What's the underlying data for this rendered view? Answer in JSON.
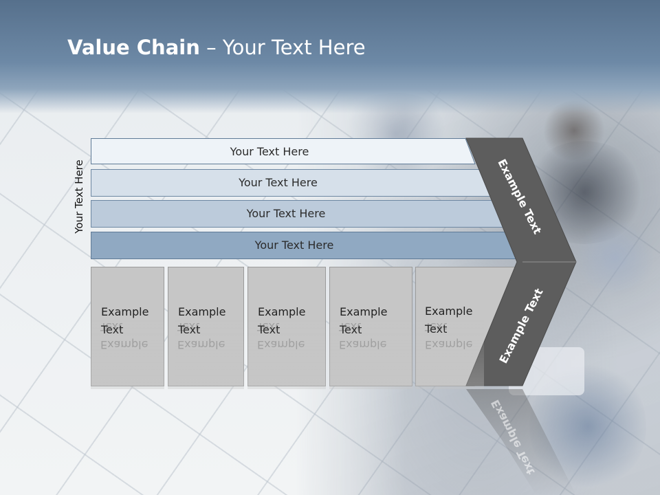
{
  "slide": {
    "title_bold": "Value Chain",
    "title_rest": " – Your Text Here",
    "vertical_label": "Your Text Here",
    "rows": [
      {
        "label": "Your Text Here",
        "fill": "#eef3f8"
      },
      {
        "label": "Your Text Here",
        "fill": "#d6e0ea"
      },
      {
        "label": "Your Text Here",
        "fill": "#bccbdb"
      },
      {
        "label": "Your Text Here",
        "fill": "#90a9c2"
      }
    ],
    "columns": [
      {
        "label": "Example\nText"
      },
      {
        "label": "Example\nText"
      },
      {
        "label": "Example\nText"
      },
      {
        "label": "Example\nText"
      },
      {
        "label": "Example\nText"
      }
    ],
    "chevron": {
      "upper_label": "Example Text",
      "lower_label": "Example Text",
      "fill": "#5d5d5d"
    }
  },
  "colors": {
    "header": "#6d89a6",
    "row_border": "#7d93aa",
    "column_fill": "#c6c6c6"
  }
}
